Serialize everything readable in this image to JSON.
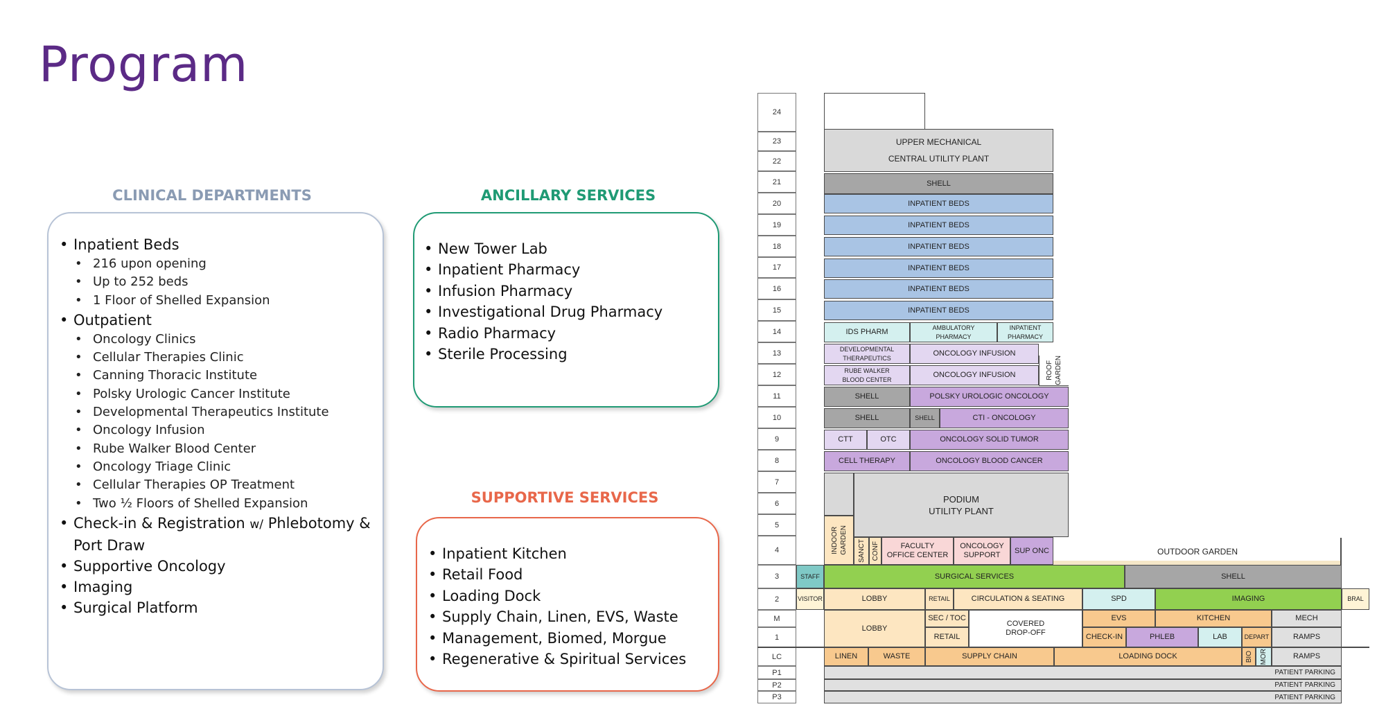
{
  "title": "Program",
  "clinical": {
    "heading": "CLINICAL DEPARTMENTS",
    "inpatient": "Inpatient Beds",
    "inpatient_items": [
      "216 upon opening",
      "Up to 252 beds",
      "1 Floor of Shelled Expansion"
    ],
    "outpatient": "Outpatient",
    "outpatient_items": [
      "Oncology Clinics",
      "Cellular Therapies Clinic",
      "Canning Thoracic Institute",
      "Polsky Urologic Cancer Institute",
      "Developmental Therapeutics Institute",
      "Oncology Infusion",
      "Rube Walker Blood Center",
      "Oncology Triage Clinic",
      "Cellular Therapies OP Treatment",
      "Two ½ Floors of Shelled Expansion"
    ],
    "checkin_a": "Check-in & Registration",
    "checkin_w": "w/",
    "checkin_b": "Phlebotomy &",
    "checkin_c": "Port Draw",
    "other_items": [
      "Supportive Oncology",
      "Imaging",
      "Surgical Platform"
    ],
    "color": "#8a9bb3",
    "border": "#b7c3d6"
  },
  "ancillary": {
    "heading": "ANCILLARY SERVICES",
    "items": [
      "New Tower Lab",
      "Inpatient Pharmacy",
      "Infusion Pharmacy",
      "Investigational Drug Pharmacy",
      "Radio Pharmacy",
      "Sterile Processing"
    ],
    "color": "#1f9a74"
  },
  "supportive": {
    "heading": "SUPPORTIVE SERVICES",
    "items": [
      "Inpatient Kitchen",
      "Retail Food",
      "Loading Dock",
      "Supply Chain, Linen, EVS, Waste",
      "Management, Biomed, Morgue",
      "Regenerative & Spiritual Services"
    ],
    "color": "#e8674a"
  },
  "stack": {
    "floor_labels": [
      "24",
      "23",
      "22",
      "21",
      "20",
      "19",
      "18",
      "17",
      "16",
      "15",
      "14",
      "13",
      "12",
      "11",
      "10",
      "9",
      "8",
      "7",
      "6",
      "5",
      "4",
      "3",
      "2",
      "M",
      "1",
      "LC",
      "P1",
      "P2",
      "P3"
    ],
    "colors": {
      "gray": "#d9d9d9",
      "darkgray": "#a6a6a6",
      "blue": "#a9c4e4",
      "teal": "#d4f0ef",
      "lavender": "#e3d7f1",
      "purple": "#c8a8dd",
      "peach": "#fde6c1",
      "orange": "#f8c98e",
      "green": "#92d050",
      "pink": "#f9d7d7",
      "teal2": "#7fc9c6",
      "ltgray": "#e0e0e0",
      "cream": "#fff4d6"
    },
    "cells": {
      "upper_mech": "UPPER MECHANICAL\nCENTRAL UTILITY PLANT",
      "shell": "SHELL",
      "inpatient_beds": "INPATIENT BEDS",
      "ids_pharm": "IDS PHARM",
      "ambulatory_pharmacy": "AMBULATORY\nPHARMACY",
      "inpatient_pharmacy": "INPATIENT\nPHARMACY",
      "dev_ther": "DEVELOPMENTAL\nTHERAPEUTICS",
      "onc_infusion": "ONCOLOGY INFUSION",
      "rube_walker": "RUBE WALKER\nBLOOD CENTER",
      "roof_garden": "ROOF\nGARDEN",
      "polsky": "POLSKY UROLOGIC ONCOLOGY",
      "cti": "CTI - ONCOLOGY",
      "ctt": "CTT",
      "otc": "OTC",
      "solid_tumor": "ONCOLOGY SOLID TUMOR",
      "cell_therapy": "CELL THERAPY",
      "blood_cancer": "ONCOLOGY BLOOD CANCER",
      "podium": "PODIUM\nUTILITY PLANT",
      "indoor_garden": "INDOOR\nGARDEN",
      "sanct": "SANCT",
      "conf": "CONF",
      "faculty": "FACULTY\nOFFICE CENTER",
      "onc_support": "ONCOLOGY\nSUPPORT",
      "sup_onc": "SUP ONC",
      "outdoor_garden": "OUTDOOR GARDEN",
      "staff": "STAFF",
      "surgical": "SURGICAL SERVICES",
      "visitor": "VISITOR",
      "lobby": "LOBBY",
      "retail": "RETAIL",
      "circulation": "CIRCULATION & SEATING",
      "spd": "SPD",
      "imaging": "IMAGING",
      "bral": "BRAL",
      "sec_toc": "SEC / TOC",
      "covered": "COVERED\nDROP-OFF",
      "evs": "EVS",
      "kitchen": "KITCHEN",
      "mech": "MECH",
      "checkin": "CHECK-IN",
      "phleb": "PHLEB",
      "lab": "LAB",
      "depart": "DEPART",
      "ramps": "RAMPS",
      "linen": "LINEN",
      "waste": "WASTE",
      "supply_chain": "SUPPLY CHAIN",
      "loading_dock": "LOADING DOCK",
      "bio": "BIO",
      "mor": "MOR",
      "patient_parking": "PATIENT PARKING"
    }
  }
}
